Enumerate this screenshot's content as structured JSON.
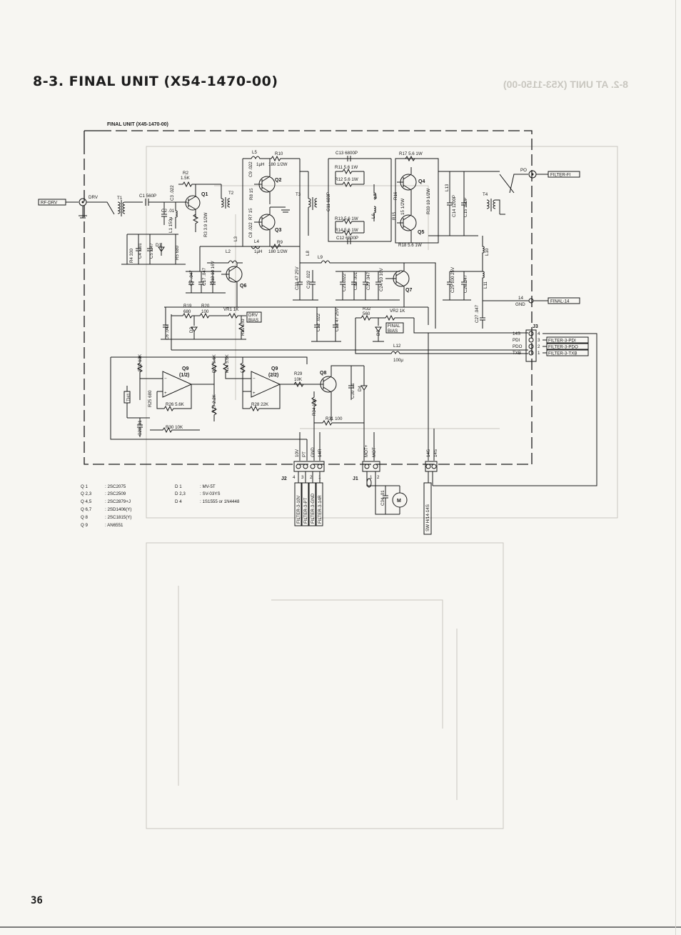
{
  "heading": "8-3.  FINAL UNIT (X54-1470-00)",
  "page_number": "36",
  "ghost_heading": "8-2.  AT UNIT (X53-1150-00)",
  "schematic": {
    "frame_title": "FINAL UNIT (X45-1470-00)",
    "connectors": {
      "rf_drv": "RF-DRV",
      "drv": "DRV",
      "po": "PO",
      "filter_fi": "FILTER-FI",
      "final_14": "FINAL-14",
      "gnd": "GND",
      "n14": "14",
      "j3": "J3",
      "j3_pins": [
        {
          "sig": "14S",
          "num": "4"
        },
        {
          "sig": "PDI",
          "num": "3"
        },
        {
          "sig": "PDO",
          "num": "2"
        },
        {
          "sig": "TXB",
          "num": "1"
        }
      ],
      "j3_labels": [
        "FILTER-3-PDI",
        "FILTER-3-PDO",
        "FILTER-3-TXB"
      ],
      "j2": "J2",
      "j2_pins": [
        {
          "sig": "10V",
          "num": "4"
        },
        {
          "sig": "PT",
          "num": "3"
        },
        {
          "sig": "GND",
          "num": "2"
        },
        {
          "sig": "14R",
          "num": "1"
        }
      ],
      "j2_labels": [
        "FILTER-3-10V",
        "FILTER-3-PT",
        "FILTER-3-GND",
        "FILTER-3-14R"
      ],
      "j1": "J1",
      "j1_pins": [
        {
          "sig": "MOT+",
          "num": "1"
        },
        {
          "sig": "MOT-",
          "num": "2"
        }
      ],
      "s14": "14S",
      "sw_label": "SW H/14-14S",
      "motor": "M"
    },
    "components": {
      "l5": "L5",
      "l5_val": "1μH",
      "r10": "R10",
      "r10_val": "180 1/2W",
      "c13": "C13 6800P",
      "r17": "R17 5.6 1W",
      "r11": "R11 5.6 1W",
      "r12": "R12 5.6 1W",
      "r13": "R13 5.6 1W",
      "r14": "R14 5.6 1W",
      "c12": "C12 6800P",
      "r18": "R18 5.6 1W",
      "r2": "R2",
      "r2_val": "1.5K",
      "q1": "Q1",
      "q2": "Q2",
      "q3": "Q3",
      "q4": "Q4",
      "q5": "Q5",
      "q6": "Q6",
      "q7": "Q7",
      "q8": "Q8",
      "t1": "T1",
      "t2": "T2",
      "t3": "T3",
      "t4": "T4",
      "c1": "C1 560P",
      "c3": "C3 .022",
      "c2": "C2 .01",
      "l1": "L1 150μ",
      "r3": "R3 3.9 1/2W",
      "c9": "C9 .022",
      "r8": "R8 15",
      "r7": "R7 15",
      "l3": "L3",
      "c8": "C8 .022",
      "l4": "L4",
      "l4_val": "1μH",
      "r9": "R9",
      "r9_val": "180 1/2W",
      "l8": "L8",
      "c11": "C11 680P",
      "l7": "L7",
      "l6": "L6",
      "r16": "R16",
      "r15": "R15",
      "r16_val": "15 1/2W",
      "r33": "R33 10 1/2W",
      "l13": "L13",
      "c14": "C14 1200P",
      "c15": "C15 150P",
      "r4": "R4 330",
      "c4": "C4 .001",
      "c5": "C5 .047",
      "d1": "D1",
      "r5": "R5 680",
      "l2": "L2",
      "c7": "C7 .047",
      "c17": "C17 .047",
      "c18": "C18 10 16V",
      "l9": "L9",
      "c20": "C20 47 25V",
      "c19": "C19 .022",
      "c21": "C21 .022",
      "c22": "C22 .001",
      "c23": "C23 .047",
      "c24": "C24 10 16V",
      "l10": "L10",
      "c25": "C25 100 25V",
      "c26": "C26 .047",
      "l11": "L11",
      "c27": "C27 .047",
      "r19": "R19",
      "r19_val": "680",
      "r20": "R20",
      "r20_val": "100",
      "vr1": "VR1 1K",
      "drv_bias": [
        "DRV",
        "BIAS"
      ],
      "c6": "C6 .047",
      "d2": "D2",
      "r21": "R21 150",
      "c32": "C32 .022",
      "c33": "C33 47 25V",
      "r32": "R32",
      "r32_val": "560",
      "vr2": "VR2 1K",
      "final_bias": [
        "FINAL",
        "BIAS"
      ],
      "d3": "D3",
      "l12": "L12",
      "l12_val": "100μ",
      "r22": "R22 10K",
      "q9a": "Q9",
      "q9a_sub": "(1/2)",
      "r23": "R23 5.6K",
      "r24": "R24 5.6K",
      "r24b": "5.6K",
      "q9b": "Q9",
      "q9b_sub": "(2/2)",
      "r29": "R29",
      "r29_val": "10K",
      "c30": "C30 .01",
      "d4": "D4",
      "th1": "TH1",
      "r25": "R25 680",
      "r26": "R26 5.6K",
      "r27": "R27 2.2K",
      "r28": "R28 22K",
      "r34": "R34 10K",
      "r31": "R31 100",
      "c28": "C28 .01",
      "r30": "R30 10K",
      "c34": "C34 .01"
    },
    "parts_list": [
      {
        "ref": "Q 1",
        "part": ": 2SC2075"
      },
      {
        "ref": "Q 2,3",
        "part": ": 2SC2509"
      },
      {
        "ref": "Q 4,5",
        "part": ": 2SC2879+J"
      },
      {
        "ref": "Q 6,7",
        "part": ": 2SD1406(Y)"
      },
      {
        "ref": "Q 8",
        "part": ": 2SC1815(Y)"
      },
      {
        "ref": "Q 9",
        "part": ": AN6551"
      }
    ],
    "diode_list": [
      {
        "ref": "D 1",
        "part": ": MV-5T"
      },
      {
        "ref": "D 2,3",
        "part": ": SV-03YS"
      },
      {
        "ref": "D 4",
        "part": ": 1S1555 or 1N4448"
      }
    ]
  }
}
